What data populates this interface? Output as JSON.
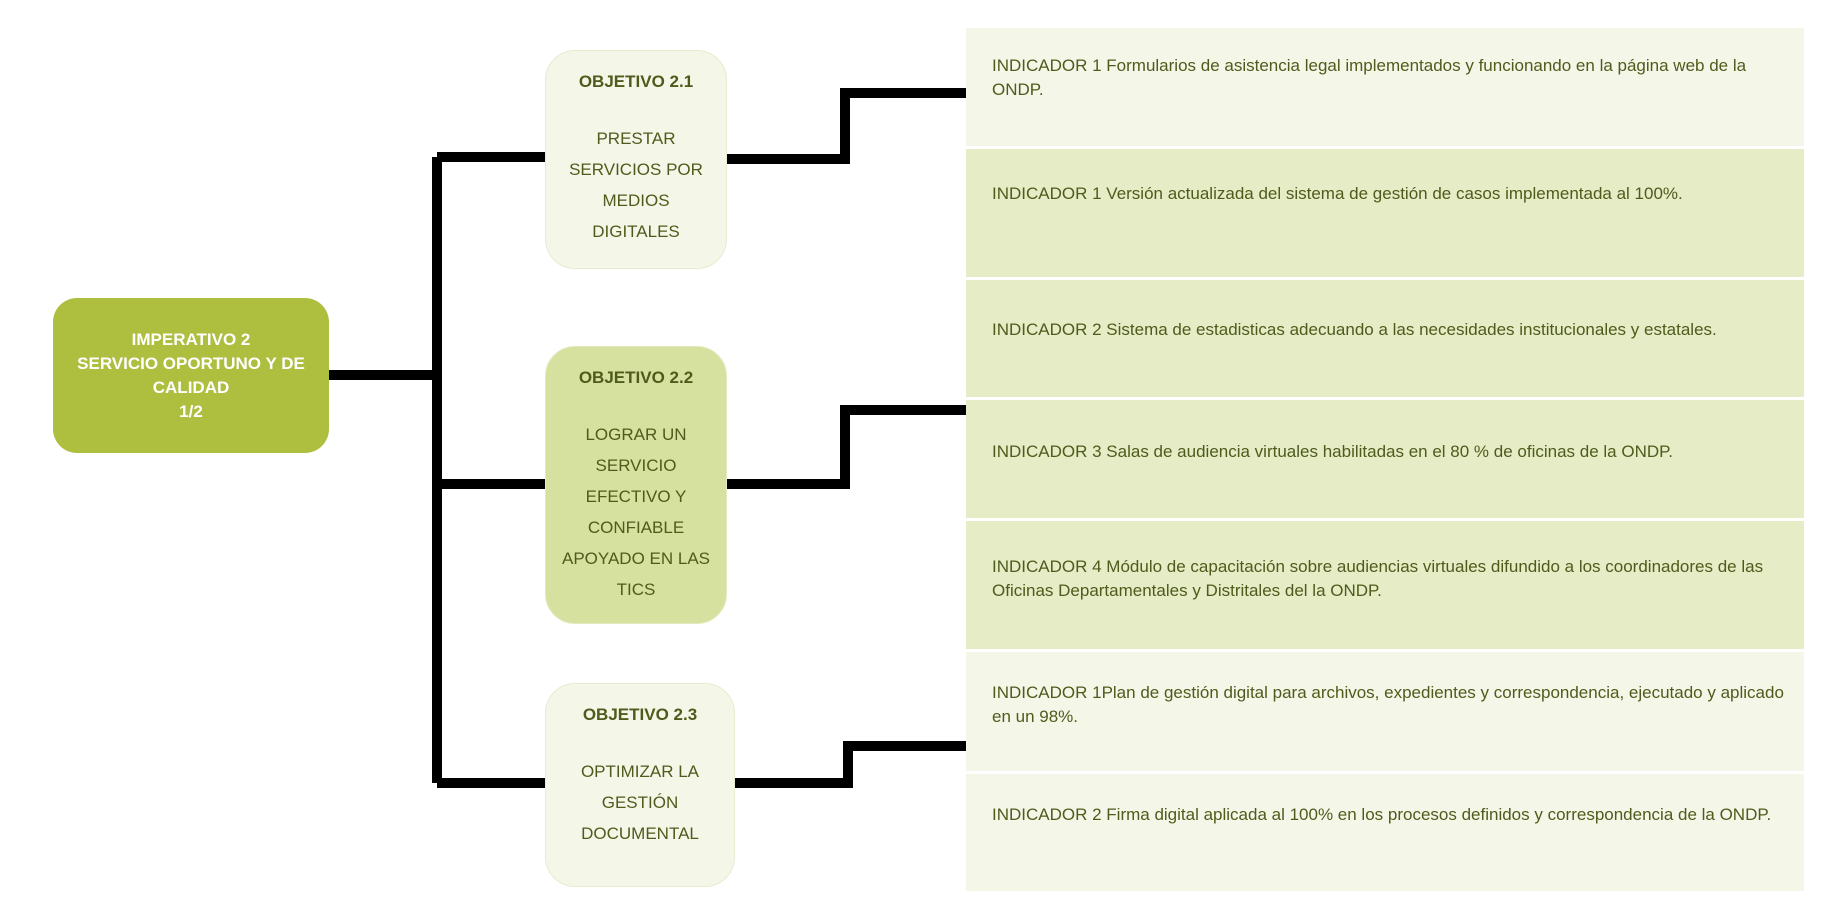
{
  "imperative": {
    "line1": "IMPERATIVO 2",
    "line2": "SERVICIO OPORTUNO Y DE",
    "line3": "CALIDAD",
    "line4": "1/2"
  },
  "objectives": [
    {
      "title": "OBJETIVO 2.1",
      "description": "PRESTAR SERVICIOS POR MEDIOS DIGITALES"
    },
    {
      "title": "OBJETIVO 2.2",
      "description": "LOGRAR UN SERVICIO EFECTIVO Y CONFIABLE APOYADO EN LAS TICS"
    },
    {
      "title": "OBJETIVO 2.3",
      "description": "OPTIMIZAR LA GESTIÓN DOCUMENTAL"
    }
  ],
  "indicators": [
    {
      "text": "INDICADOR 1 Formularios de asistencia legal implementados y funcionando en la página web de la ONDP."
    },
    {
      "text": "INDICADOR 1 Versión actualizada del sistema de gestión de casos implementada al 100%."
    },
    {
      "text": "INDICADOR 2 Sistema de estadisticas adecuando a las necesidades institucionales y estatales."
    },
    {
      "text": "INDICADOR 3 Salas de audiencia virtuales habilitadas en el 80 %  de oficinas de la ONDP."
    },
    {
      "text": "INDICADOR 4 Módulo de capacitación sobre audiencias virtuales difundido a  los coordinadores de las Oficinas Departamentales y Distritales del la ONDP."
    },
    {
      "text": "INDICADOR 1Plan de gestión digital para archivos, expedientes y correspondencia, ejecutado y aplicado en un 98%."
    },
    {
      "text": "INDICADOR 2 Firma digital aplicada al 100% en los procesos definidos y correspondencia de la ONDP."
    }
  ],
  "colors": {
    "imperative_fill": "#aebf3f",
    "objective_light_fill": "#f4f7e7",
    "objective_mid_fill": "#d6e19f",
    "indicator_light_fill": "#f4f7e7",
    "indicator_mid_fill": "#e5ecc6",
    "text_green": "#4f5b1c",
    "connector": "#000000"
  }
}
